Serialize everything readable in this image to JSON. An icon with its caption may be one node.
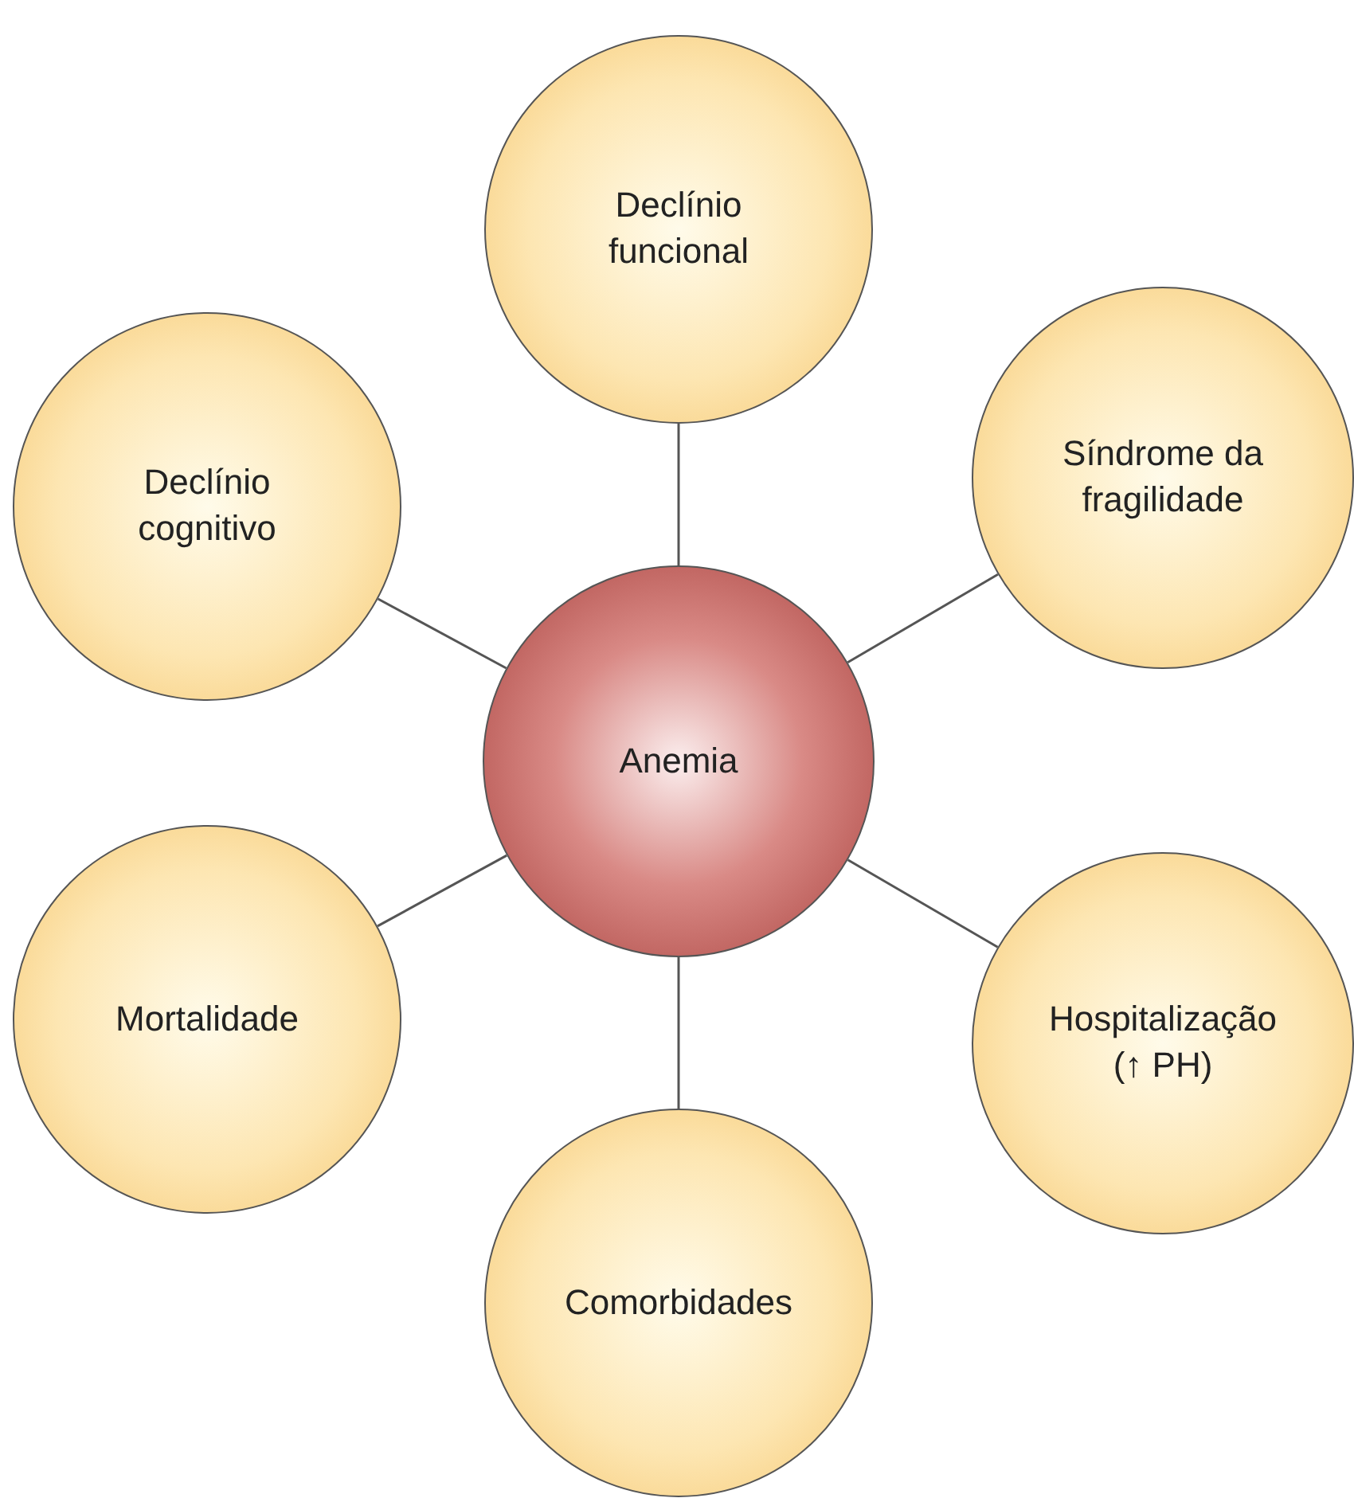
{
  "diagram": {
    "nodes": [
      {
        "text": [
          "Declínio funcional"
        ]
      },
      {
        "text": [
          "Declínio cognitivo"
        ]
      },
      {
        "text": [
          "Síndrome da fragilidade"
        ]
      },
      {
        "text": [
          "Anemia"
        ]
      },
      {
        "text": [
          "Mortalidade"
        ]
      },
      {
        "text": [
          "Hospitalização (↑ PH)"
        ]
      },
      {
        "text": [
          "Comorbidades"
        ]
      }
    ],
    "edges": [
      {
        "from": 3,
        "to": 0,
        "arrow": "none"
      },
      {
        "from": 3,
        "to": 1,
        "arrow": "none"
      },
      {
        "from": 3,
        "to": 2,
        "arrow": "none"
      },
      {
        "from": 3,
        "to": 4,
        "arrow": "none"
      },
      {
        "from": 3,
        "to": 5,
        "arrow": "none"
      },
      {
        "from": 3,
        "to": 6,
        "arrow": "none"
      }
    ]
  }
}
